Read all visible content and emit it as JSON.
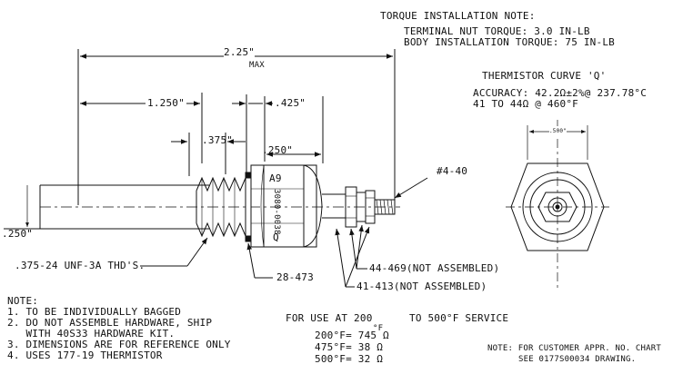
{
  "torque": {
    "title": "TORQUE INSTALLATION NOTE:",
    "terminal": "TERMINAL NUT TORQUE: 3.0 IN-LB",
    "body": "BODY INSTALLATION TORQUE: 75 IN-LB"
  },
  "thermistor": {
    "title": "THERMISTOR CURVE 'Q'",
    "accuracy": "ACCURACY: 42.2Ω±2%@ 237.78°C",
    "range": "41 TO 44Ω @ 460°F"
  },
  "dims": {
    "overall": "2.25\"",
    "max": "MAX",
    "d1250": "1.250\"",
    "d425": ".425\"",
    "d375": ".375\"",
    "d250": ".250\"",
    "dia250": ".250\"",
    "hex": ".500\""
  },
  "callouts": {
    "thread": "#4-40",
    "body_thread": ".375-24 UNF-3A THD'S.",
    "washer": "28-473",
    "nut1": "44-469(NOT ASSEMBLED)",
    "nut2": "41-413(NOT ASSEMBLED)"
  },
  "marking": {
    "top": "A9",
    "middle": "3080-0038",
    "bottom": "Q"
  },
  "notes": {
    "title": "NOTE:",
    "items": [
      "1. TO BE INDIVIDUALLY BAGGED",
      "2. DO NOT ASSEMBLE HARDWARE, SHIP",
      "   WITH 40S33 HARDWARE KIT.",
      "3. DIMENSIONS ARE FOR REFERENCE ONLY",
      "4. USES 177-19 THERMISTOR"
    ]
  },
  "service": {
    "line_a": "FOR USE AT 200",
    "unit": "°F",
    "line_b": "TO 500°F SERVICE",
    "table": [
      "200°F= 745 Ω",
      "475°F= 38 Ω",
      "500°F= 32 Ω"
    ]
  },
  "customer_note": {
    "line1": "NOTE: FOR CUSTOMER APPR. NO. CHART",
    "line2": "SEE 0177S00034 DRAWING."
  }
}
